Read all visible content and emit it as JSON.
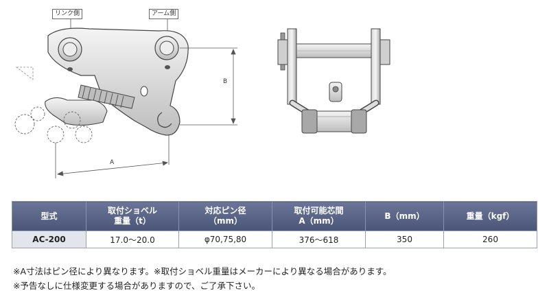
{
  "figure": {
    "label_link_side": "リンク側",
    "label_arm_side": "アーム側",
    "dim_a": "A",
    "dim_b": "B"
  },
  "table": {
    "headers": [
      {
        "line1": "型式",
        "line2": ""
      },
      {
        "line1": "取付ショベル",
        "line2": "重量（t）"
      },
      {
        "line1": "対応ピン径",
        "line2": "（mm）"
      },
      {
        "line1": "取付可能芯間",
        "line2": "A（mm）"
      },
      {
        "line1": "B（mm）",
        "line2": ""
      },
      {
        "line1": "重量（kgf）",
        "line2": ""
      }
    ],
    "row": {
      "model": "AC-200",
      "excavator_weight": "17.0〜20.0",
      "pin_diameter": "φ70,75,80",
      "pin_center_a": "376〜618",
      "b": "350",
      "weight": "260"
    }
  },
  "notes": {
    "line1": "※A寸法はピン径により異なります。※取付ショベル重量はメーカーにより異なる場合があります。",
    "line2": "※予告なしに仕様変更する場合がありますので、ご了承下さい。"
  }
}
